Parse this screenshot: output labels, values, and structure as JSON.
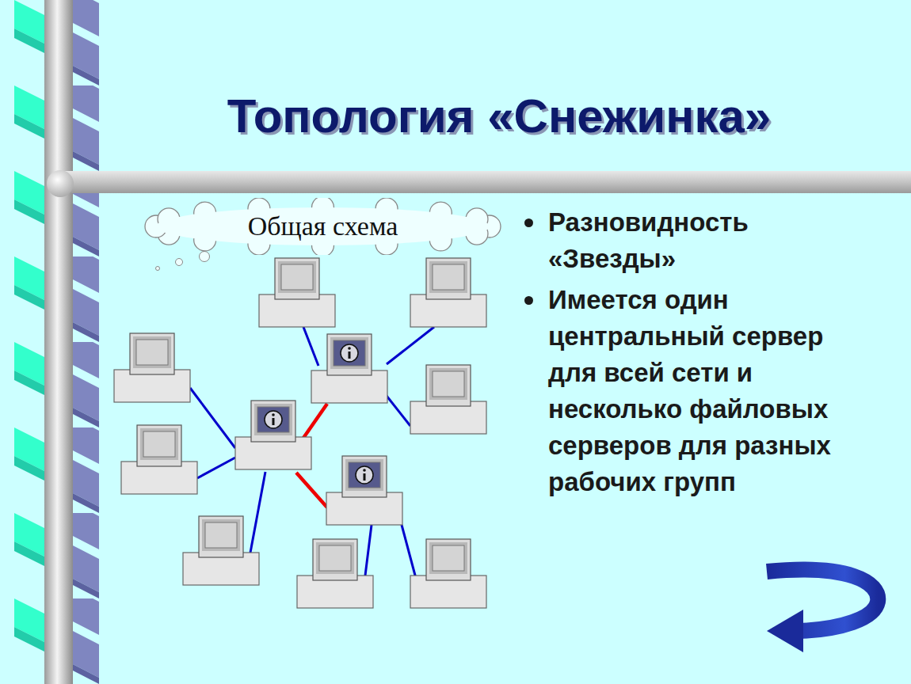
{
  "diagram": {
    "title": "Топология «Снежинка»",
    "nodes": [
      {
        "text": [
          "Общая схема"
        ]
      }
    ],
    "labels": [
      "Разновидность «Звезды»",
      "Имеется один центральный сервер для всей сети и несколько файловых серверов для разных рабочих групп"
    ]
  }
}
